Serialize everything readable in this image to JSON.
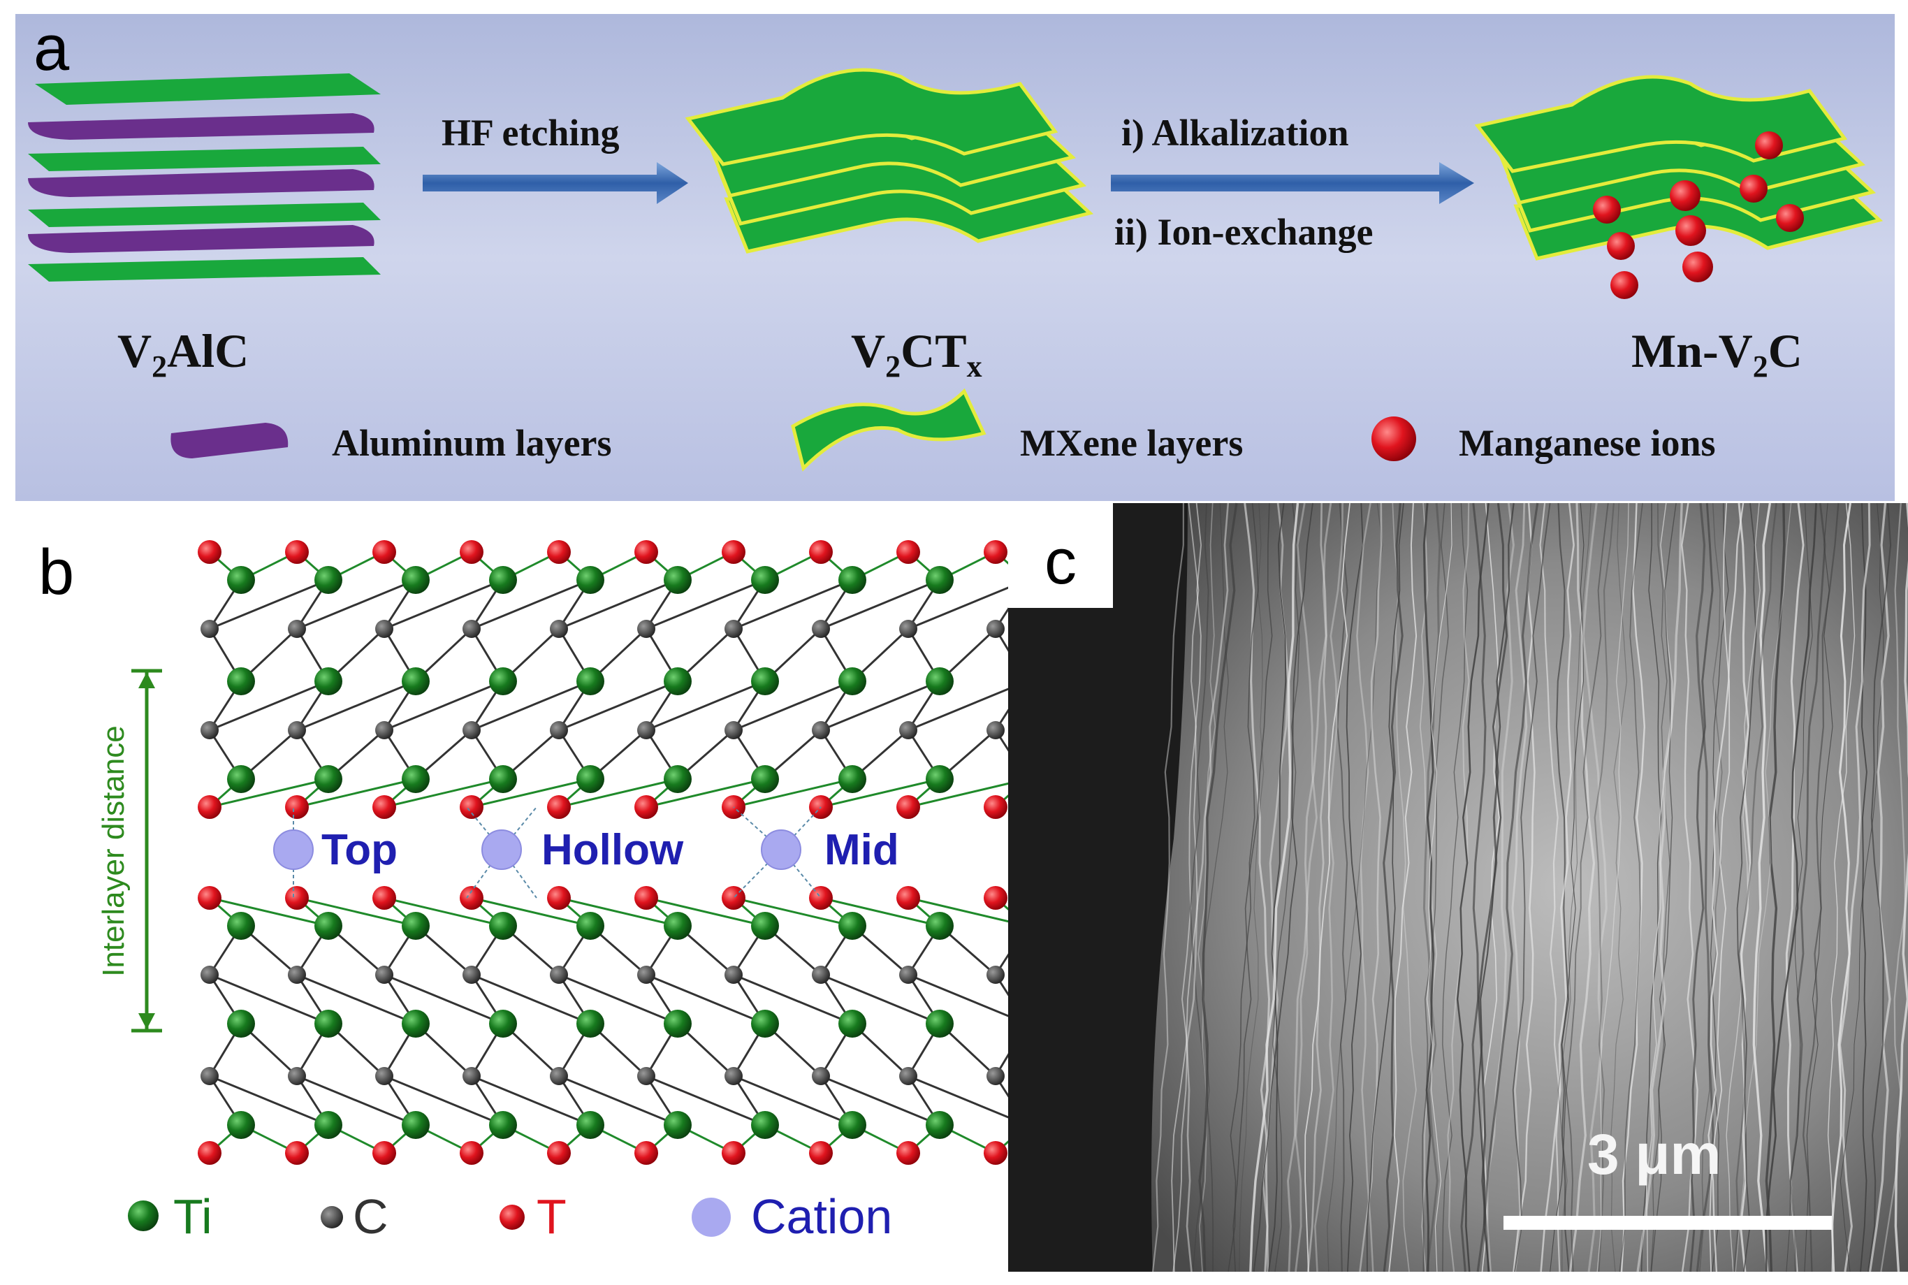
{
  "panel_a": {
    "letter": "a",
    "step1": "HF etching",
    "step2a": "i) Alkalization",
    "step2b": "ii) Ion-exchange",
    "materials": [
      {
        "main": "V",
        "sub": "2",
        "tail": "AlC",
        "tail_sub": ""
      },
      {
        "main": "V",
        "sub": "2",
        "tail": "CT",
        "tail_sub": "x"
      },
      {
        "main": "Mn-V",
        "sub": "2",
        "tail": "C",
        "tail_sub": ""
      }
    ],
    "legend": [
      "Aluminum layers",
      "MXene layers",
      "Manganese ions"
    ],
    "colors": {
      "background": "#c2cae6",
      "mxene": "#19a83c",
      "mxene_edge": "#e4ec3c",
      "aluminum": "#6a2f8c",
      "manganese": "#e0141e",
      "arrow": "#3f6fb8"
    }
  },
  "panel_b": {
    "letter": "b",
    "side_label": "Interlayer distance",
    "sites": [
      "Top",
      "Hollow",
      "Mid"
    ],
    "legend": [
      "Ti",
      "C",
      "T",
      "Cation"
    ],
    "colors": {
      "ti": "#177a1e",
      "c": "#3a3a3a",
      "t": "#e0141e",
      "cation": "#a9a9f0",
      "label": "#1f1fb0",
      "side": "#2d8a1e"
    }
  },
  "panel_c": {
    "letter": "c",
    "scale_label": "3 μm"
  }
}
